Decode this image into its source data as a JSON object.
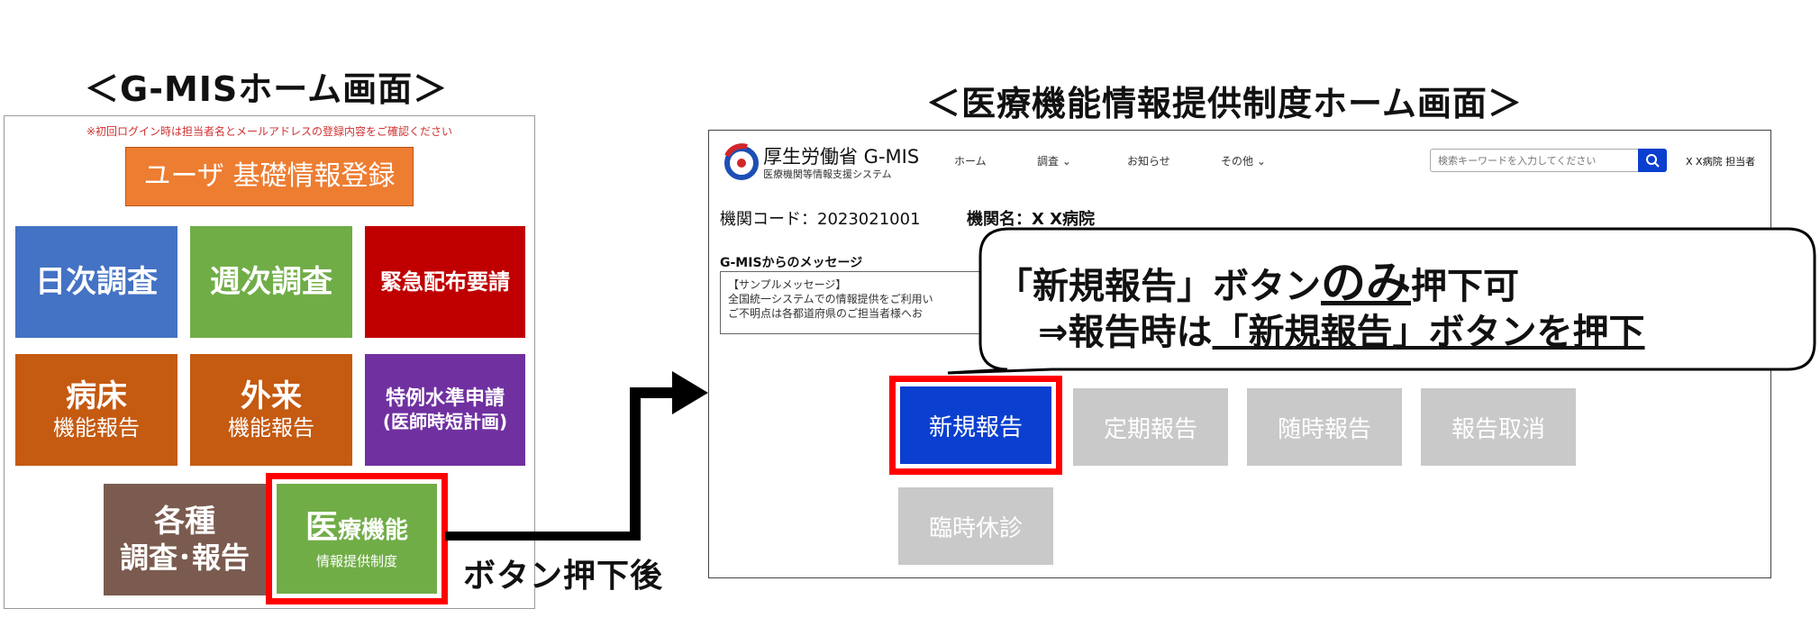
{
  "left": {
    "heading": "＜G-MISホーム画面＞",
    "notice": "※初回ログイン時は担当者名とメールアドレスの登録内容をご確認ください",
    "user_button": "ユーザ 基礎情報登録",
    "tiles": {
      "daily": "日次調査",
      "weekly": "週次調査",
      "emergency": "緊急配布要請",
      "ward_main": "病床",
      "ward_sub": "機能報告",
      "outpatient_main": "外来",
      "outpatient_sub": "機能報告",
      "special_main": "特例水準申請",
      "special_sub": "(医師時短計画)",
      "various_main": "各種",
      "various_sub": "調査･報告",
      "medical_big": "医",
      "medical_rest": "療機能",
      "medical_sub": "情報提供制度"
    }
  },
  "arrow_label": "ボタン押下後",
  "right": {
    "heading": "＜医療機能情報提供制度ホーム画面＞",
    "logo_title": "厚生労働省 G-MIS",
    "logo_sub": "医療機関等情報支援システム",
    "nav": {
      "home": "ホーム",
      "survey": "調査 ⌄",
      "news": "お知らせ",
      "other": "その他 ⌄"
    },
    "search_placeholder": "検索キーワードを入力してください",
    "user": "X X病院 担当者",
    "org_code": "機関コード：2023021001",
    "org_name": "機関名：X X病院",
    "message_label": "G-MISからのメッセージ",
    "message_lines": {
      "l1": "【サンプルメッセージ】",
      "l2": "全国統一システムでの情報提供をご利用い",
      "l3": "ご不明点は各都道府県のご担当者様へお"
    },
    "buttons": {
      "new": "新規報告",
      "periodic": "定期報告",
      "anytime": "随時報告",
      "cancel": "報告取消",
      "closure": "臨時休診"
    }
  },
  "callout": {
    "line1_a": "「新規報告」ボタン",
    "line1_b": "のみ",
    "line1_c": "押下可",
    "line2_a": "⇒報告時は",
    "line2_b": "「新規報告」ボタンを押下"
  },
  "colors": {
    "orange": "#ed7d31",
    "blue": "#4472c4",
    "green": "#70ad47",
    "red": "#c00000",
    "dark_orange": "#c55a11",
    "purple": "#7030a0",
    "brown": "#7b5b4f",
    "highlight": "#ff0000",
    "primary_button": "#0b3fcf",
    "disabled_button": "#c9c9c9"
  }
}
